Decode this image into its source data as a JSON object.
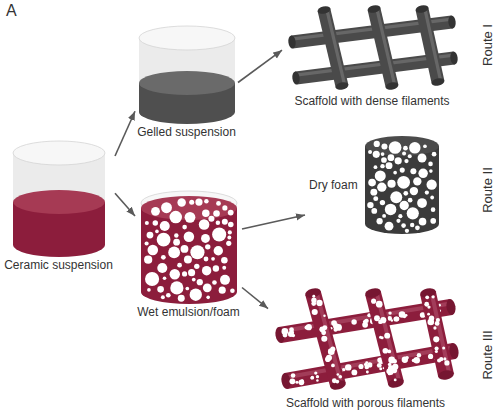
{
  "diagram": {
    "nodes": [
      {
        "text": [
          "Ceramic suspension"
        ]
      },
      {
        "text": [
          "Gelled suspension"
        ]
      },
      {
        "text": [
          "Wet emulsion/foam"
        ]
      },
      {
        "text": [
          "Scaffold with dense filaments"
        ]
      },
      {
        "text": [
          "Dry foam"
        ]
      },
      {
        "text": [
          "Scaffold with porous filaments"
        ]
      }
    ],
    "edges": [
      {
        "from": 0,
        "to": 1,
        "arrow": "to"
      },
      {
        "from": 0,
        "to": 2,
        "arrow": "to"
      },
      {
        "from": 1,
        "to": 3,
        "arrow": "to"
      },
      {
        "from": 2,
        "to": 4,
        "arrow": "to"
      },
      {
        "from": 2,
        "to": 5,
        "arrow": "to"
      }
    ],
    "labels": [
      "A",
      "Route I",
      "Route II",
      "Route III"
    ]
  }
}
